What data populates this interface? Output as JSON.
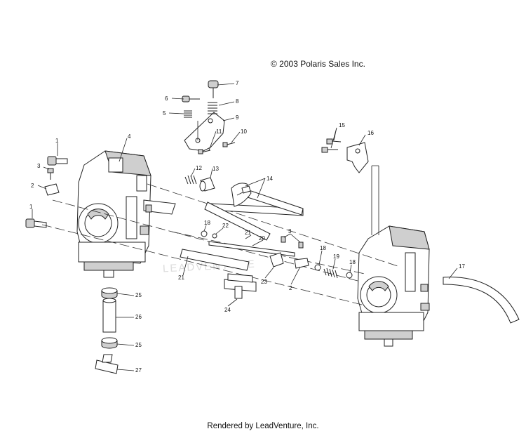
{
  "copyright": "© 2003 Polaris Sales Inc.",
  "footer": "Rendered by LeadVenture, Inc.",
  "watermark": "LEADVENTURE",
  "callouts": [
    "1",
    "2",
    "3",
    "4",
    "5",
    "6",
    "7",
    "8",
    "9",
    "10",
    "11",
    "12",
    "13",
    "14",
    "15",
    "16",
    "17",
    "18",
    "19",
    "20",
    "21",
    "22",
    "23",
    "24",
    "25",
    "26",
    "27"
  ]
}
